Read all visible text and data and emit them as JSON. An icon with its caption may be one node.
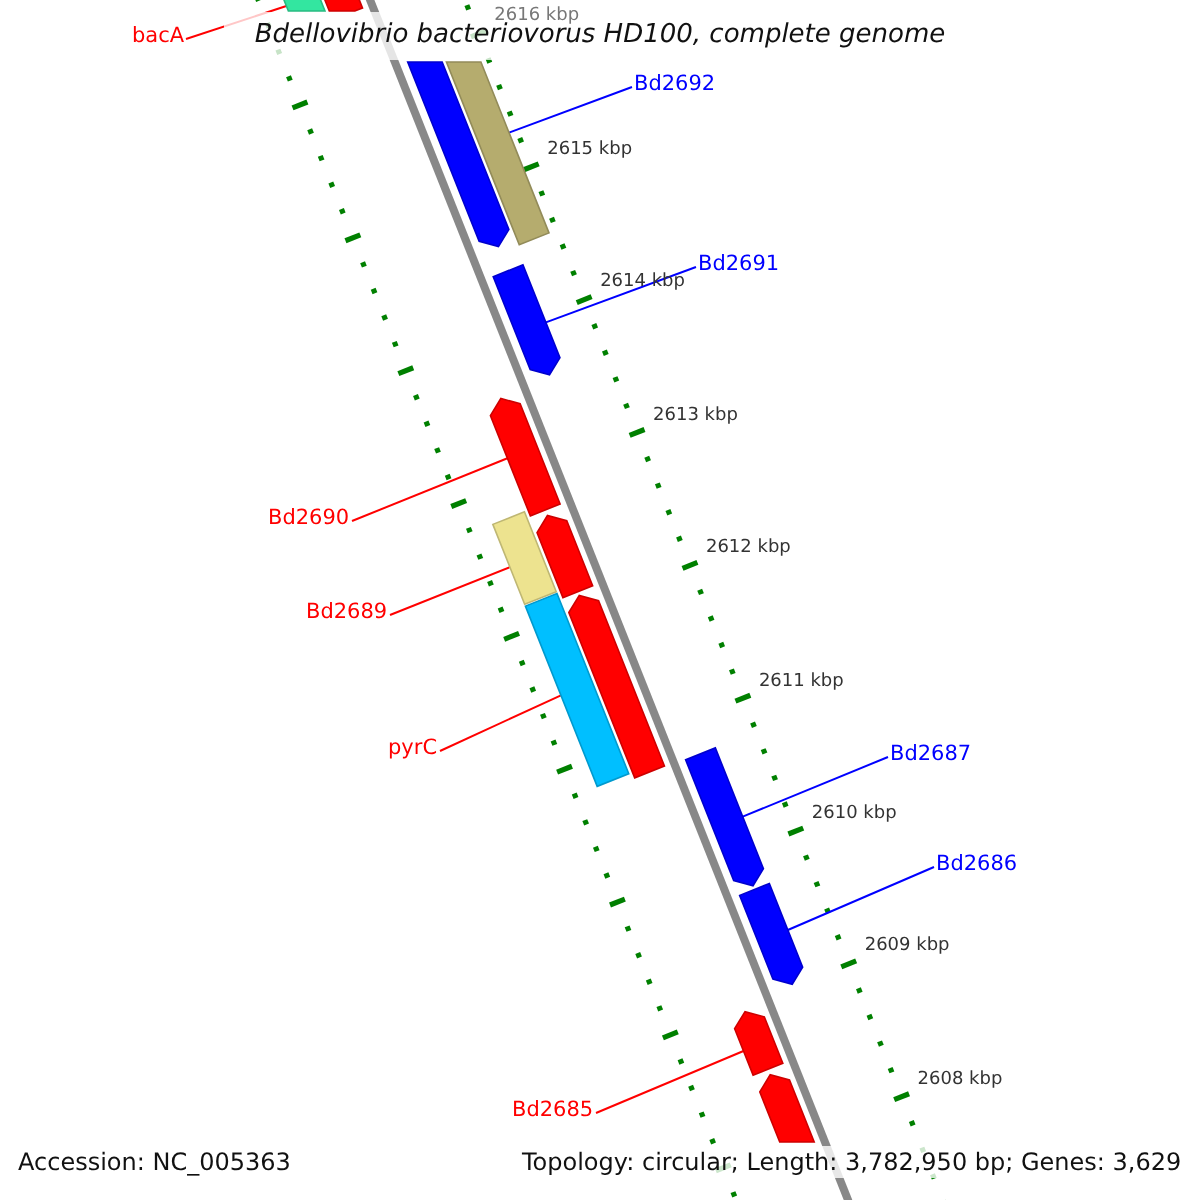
{
  "diagram": {
    "title": "Bdellovibrio bacteriovorus HD100, complete genome",
    "nodes": [
      {
        "text": [
          "bacA"
        ]
      },
      {
        "text": [],
        "shape": "bar"
      },
      {
        "text": [],
        "shape": "bar"
      },
      {
        "text": [],
        "shape": "bar"
      },
      {
        "text": [],
        "shape": "bar"
      },
      {
        "text": [
          "Bd2692"
        ]
      },
      {
        "text": [
          "Bd2691"
        ]
      },
      {
        "text": [],
        "shape": "bar"
      },
      {
        "text": [],
        "shape": "bar"
      },
      {
        "text": [
          "Bd2690"
        ]
      },
      {
        "text": [],
        "shape": "bar"
      },
      {
        "text": [],
        "shape": "bar"
      },
      {
        "text": [
          "Bd2689"
        ]
      },
      {
        "text": [],
        "shape": "bar"
      },
      {
        "text": [],
        "shape": "bar"
      },
      {
        "text": [
          "pyrC"
        ]
      },
      {
        "text": [
          "Bd2687"
        ]
      },
      {
        "text": [],
        "shape": "bar"
      },
      {
        "text": [
          "Bd2686"
        ]
      },
      {
        "text": [],
        "shape": "bar"
      },
      {
        "text": [],
        "shape": "bar"
      },
      {
        "text": [],
        "shape": "bar"
      },
      {
        "text": [
          "Bd2685"
        ]
      }
    ],
    "edges": [
      {
        "from": 0,
        "to": 1,
        "arrow": "none"
      },
      {
        "from": 5,
        "to": 4,
        "arrow": "none",
        "color": "#0000ff"
      },
      {
        "from": 6,
        "to": 7,
        "arrow": "none",
        "color": "#0000ff"
      },
      {
        "from": 9,
        "to": 8,
        "arrow": "none"
      },
      {
        "from": 12,
        "to": 11,
        "arrow": "none"
      },
      {
        "from": 15,
        "to": 14,
        "arrow": "none"
      },
      {
        "from": 16,
        "to": 17,
        "arrow": "none",
        "color": "#0000ff"
      },
      {
        "from": 18,
        "to": 19,
        "arrow": "none",
        "color": "#0000ff"
      },
      {
        "from": 22,
        "to": 20,
        "arrow": "none"
      }
    ],
    "labels": [
      "2616 kbp",
      "2615 kbp",
      "2614 kbp",
      "2613 kbp",
      "2612 kbp",
      "2611 kbp",
      "2610 kbp",
      "2609 kbp",
      "2608 kbp",
      "Accession: NC_005363",
      "Topology: circular; Length: 3,782,950 bp; Genes: 3,629"
    ]
  }
}
